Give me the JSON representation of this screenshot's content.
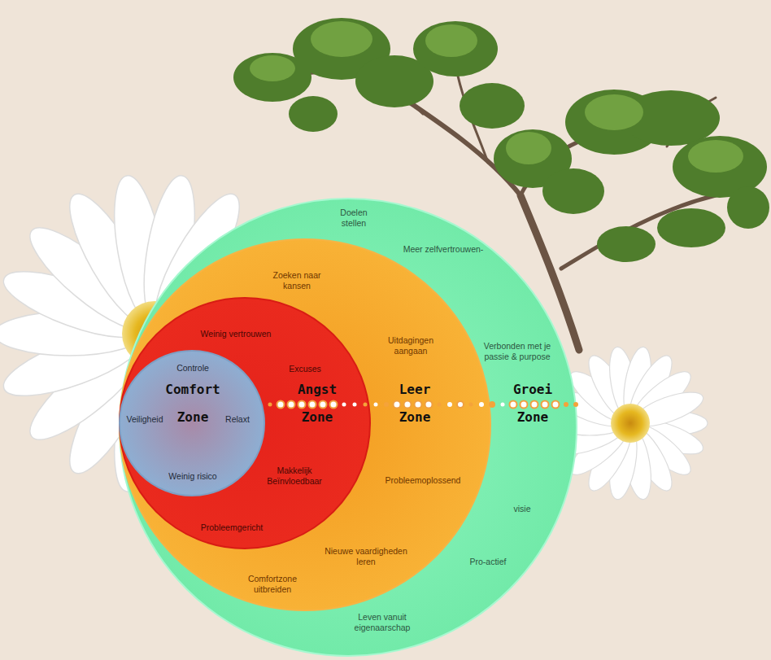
{
  "diagram": {
    "nodes": [
      {
        "text": [
          "Groei Zone",
          "Doelen stellen",
          "Meer zelfvertrouwen-",
          "Verbonden met je passie & purpose",
          "visie",
          "Pro-actief",
          "Leven vanuit eigenaarschap"
        ]
      },
      {
        "text": [
          "Leer Zone",
          "Zoeken naar kansen",
          "Uitdagingen aangaan",
          "Probleemoplossend",
          "Nieuwe vaardigheden leren",
          "Comfortzone uitbreiden"
        ],
        "in": 0
      },
      {
        "text": [
          "Angst Zone",
          "Weinig vertrouwen",
          "Excuses",
          "Makkelijk Beïnvloedbaar",
          "Probleemgericht"
        ],
        "in": 1
      },
      {
        "text": [
          "Comfort Zone",
          "Controle",
          "Veiligheid",
          "Relaxt",
          "Weinig risico"
        ],
        "in": 2
      }
    ]
  }
}
